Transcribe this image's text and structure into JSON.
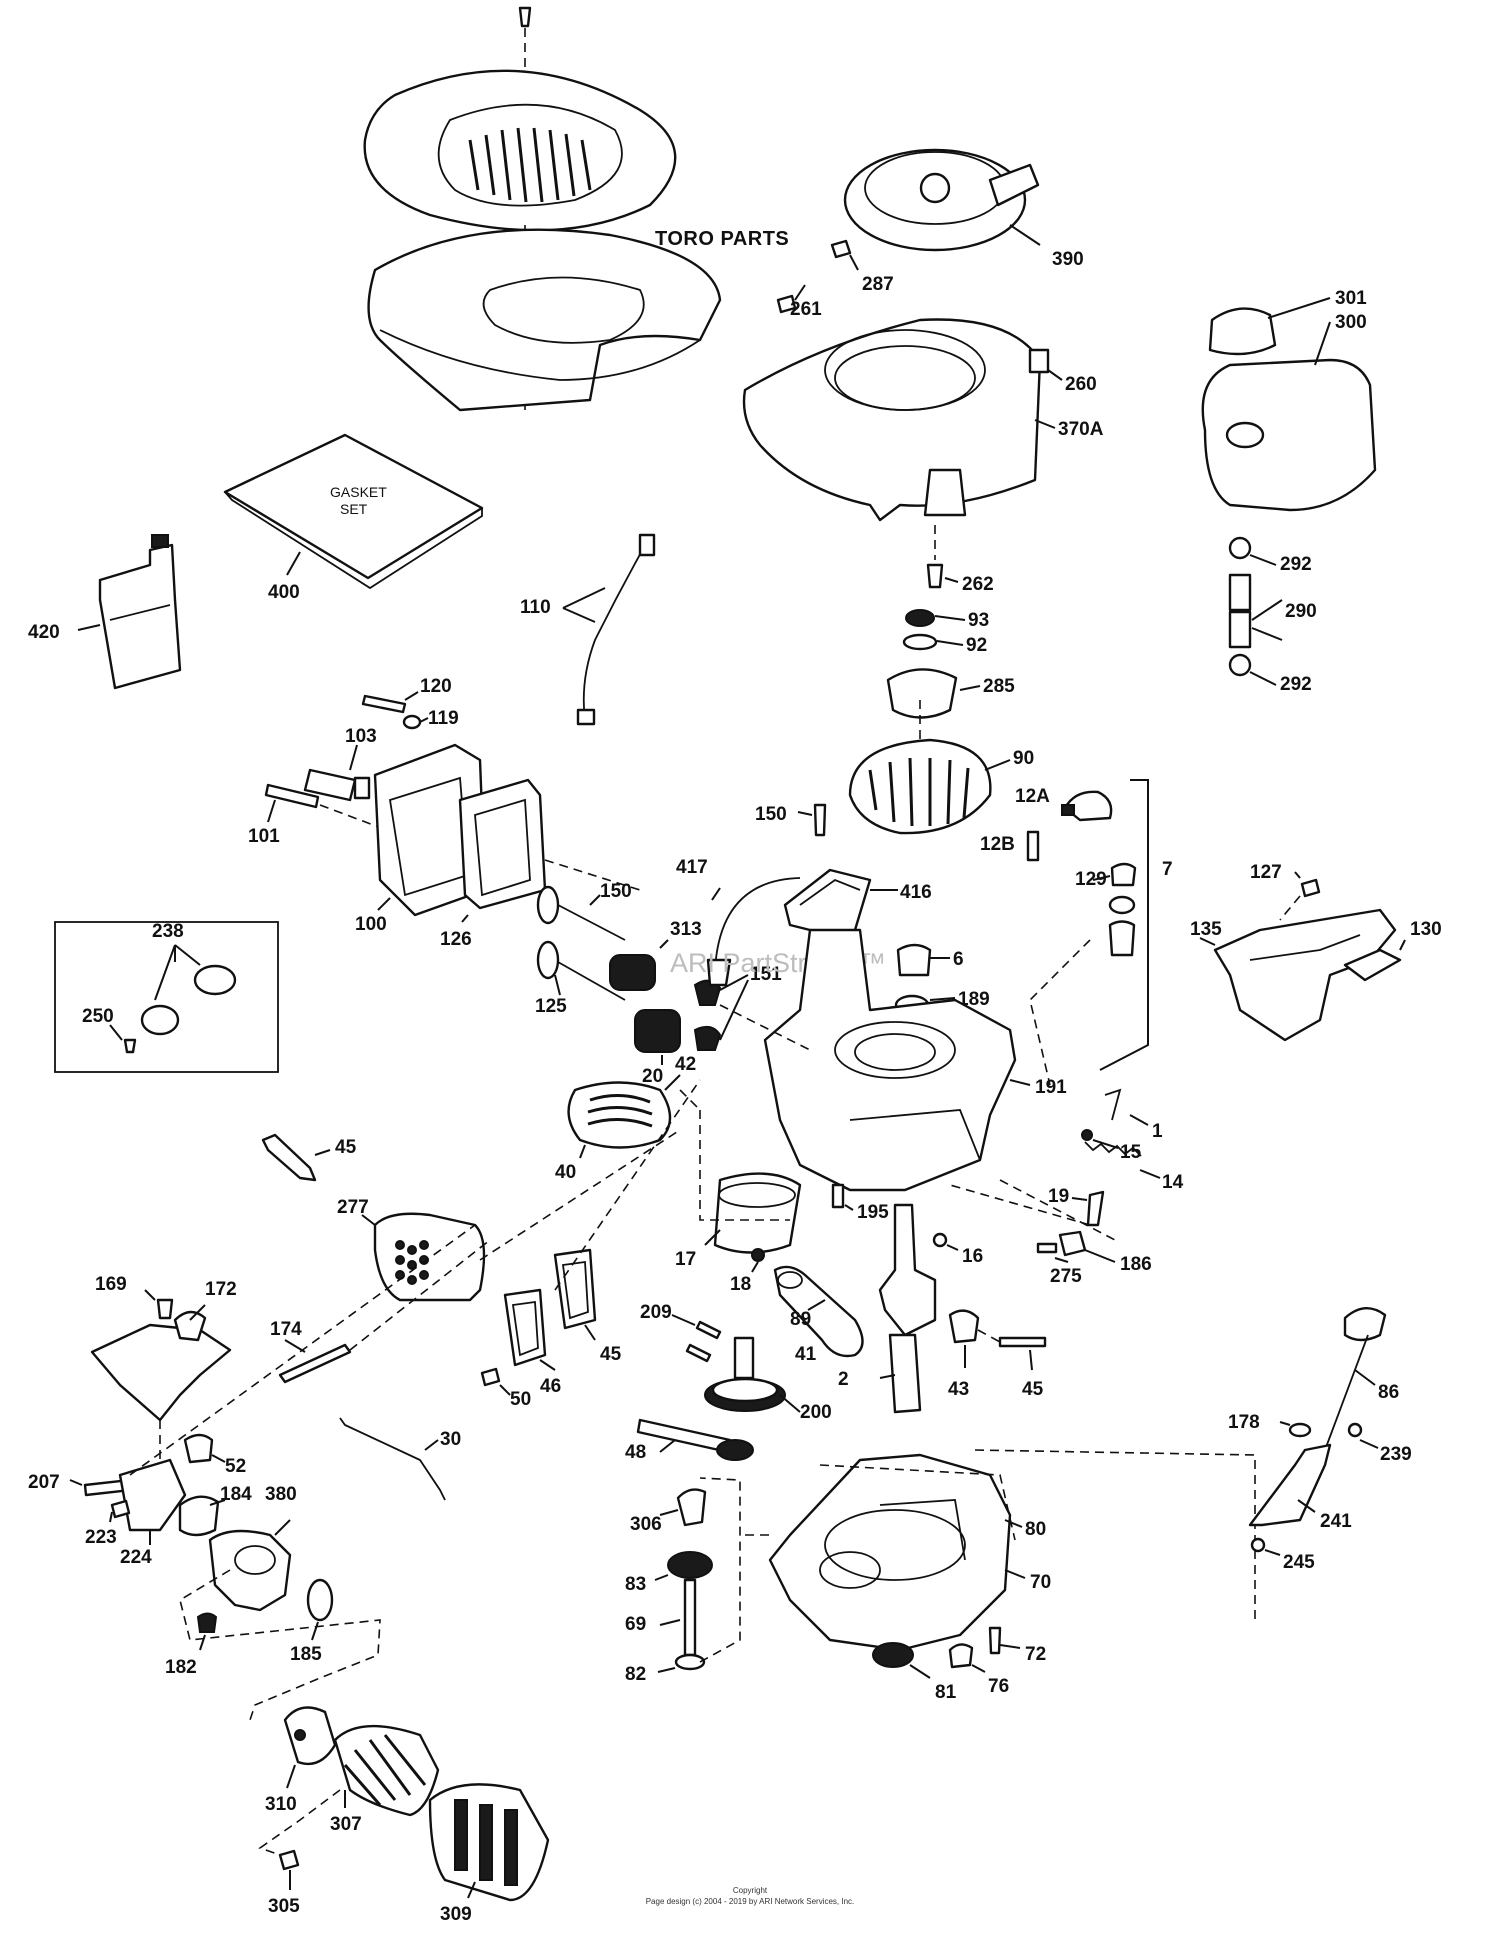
{
  "diagram": {
    "heading": "TORO PARTS",
    "gasket_set_label_line1": "GASKET",
    "gasket_set_label_line2": "SET",
    "watermark": "ARI PartStream™",
    "footer": {
      "line1": "Copyright",
      "line2": "Page design (c) 2004 - 2019 by ARI Network Services, Inc."
    },
    "part_numbers": [
      "390",
      "287",
      "261",
      "370A",
      "260",
      "262",
      "301",
      "300",
      "292",
      "290",
      "292",
      "400",
      "420",
      "110",
      "93",
      "92",
      "285",
      "90",
      "12A",
      "12B",
      "7",
      "129",
      "127",
      "135",
      "130",
      "120",
      "119",
      "103",
      "101",
      "100",
      "126",
      "150",
      "125",
      "313",
      "20",
      "151",
      "150",
      "416",
      "417",
      "6",
      "189",
      "191",
      "195",
      "40",
      "42",
      "1",
      "15",
      "14",
      "19",
      "186",
      "275",
      "2",
      "16",
      "17",
      "18",
      "89",
      "41",
      "43",
      "45",
      "209",
      "200",
      "48",
      "45",
      "277",
      "169",
      "172",
      "174",
      "30",
      "45",
      "46",
      "50",
      "52",
      "207",
      "224",
      "223",
      "184",
      "380",
      "182",
      "185",
      "310",
      "307",
      "309",
      "305",
      "306",
      "83",
      "69",
      "82",
      "70",
      "80",
      "81",
      "76",
      "72",
      "86",
      "178",
      "239",
      "241",
      "245",
      "238",
      "250"
    ]
  }
}
